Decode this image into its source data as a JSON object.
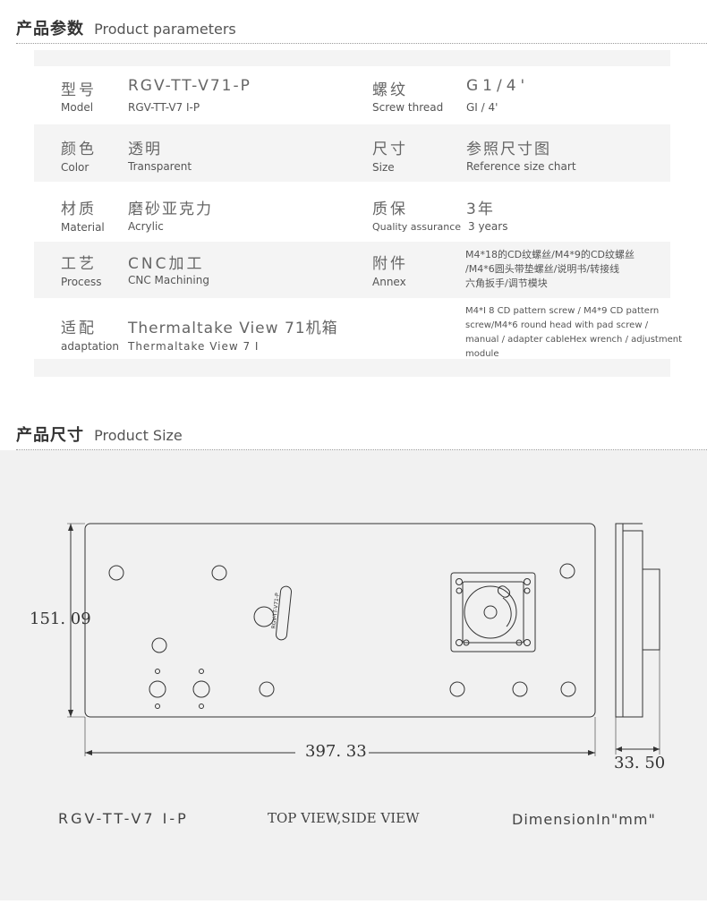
{
  "sections": {
    "params": {
      "title_zh": "产品参数",
      "title_en": "Product parameters"
    },
    "size": {
      "title_zh": "产品尺寸",
      "title_en": "Product Size"
    }
  },
  "params": {
    "model": {
      "label_zh": "型号",
      "label_en": "Model",
      "value_zh": "RGV-TT-V71-P",
      "value_en": "RGV-TT-V7 I-P"
    },
    "thread": {
      "label_zh": "螺纹",
      "label_en": "Screw thread",
      "value_zh": "G1/4'",
      "value_en": "GI / 4'"
    },
    "color": {
      "label_zh": "颜色",
      "label_en": "Color",
      "value_zh": "透明",
      "value_en": "Transparent"
    },
    "size": {
      "label_zh": "尺寸",
      "label_en": "Size",
      "value_zh": "参照尺寸图",
      "value_en": "Reference size chart"
    },
    "material": {
      "label_zh": "材质",
      "label_en": "Material",
      "value_zh": "磨砂亚克力",
      "value_en": "Acrylic"
    },
    "warranty": {
      "label_zh": "质保",
      "label_en": "Quality assurance",
      "value_zh": "3年",
      "value_en": "3 years"
    },
    "process": {
      "label_zh": "工艺",
      "label_en": "Process",
      "value_zh": "CNC加工",
      "value_en": "CNC  Machining"
    },
    "annex": {
      "label_zh": "附件",
      "label_en": "Annex",
      "value_zh_lines": [
        "M4*18的CD纹螺丝/M4*9的CD纹螺丝",
        "/M4*6圆头带垫螺丝/说明书/转接线",
        "六角扳手/调节模块"
      ]
    },
    "adaptation": {
      "label_zh": "适配",
      "label_en": "adaptation",
      "value_zh": "Thermaltake View 71机箱",
      "value_en": "Thermaltake View 7 I",
      "annex_en_lines": [
        "M4*I 8 CD pattern screw / M4*9 CD pattern",
        " screw/M4*6 round head with pad screw /",
        "manual / adapter cableHex wrench / adjustment",
        " module"
      ]
    }
  },
  "drawing": {
    "height_label": "151. 09",
    "width_label": "397. 33",
    "depth_label": "33. 50",
    "plate_marking": "RGV-TT-V71-P"
  },
  "captions": {
    "model": "RGV-TT-V7 I-P",
    "views": "TOP VIEW,SIDE VIEW",
    "units": "DimensionIn\"mm\""
  },
  "colors": {
    "band": "#f4f4f4",
    "drawing_bg": "#f1f1f1",
    "line": "#333333"
  }
}
